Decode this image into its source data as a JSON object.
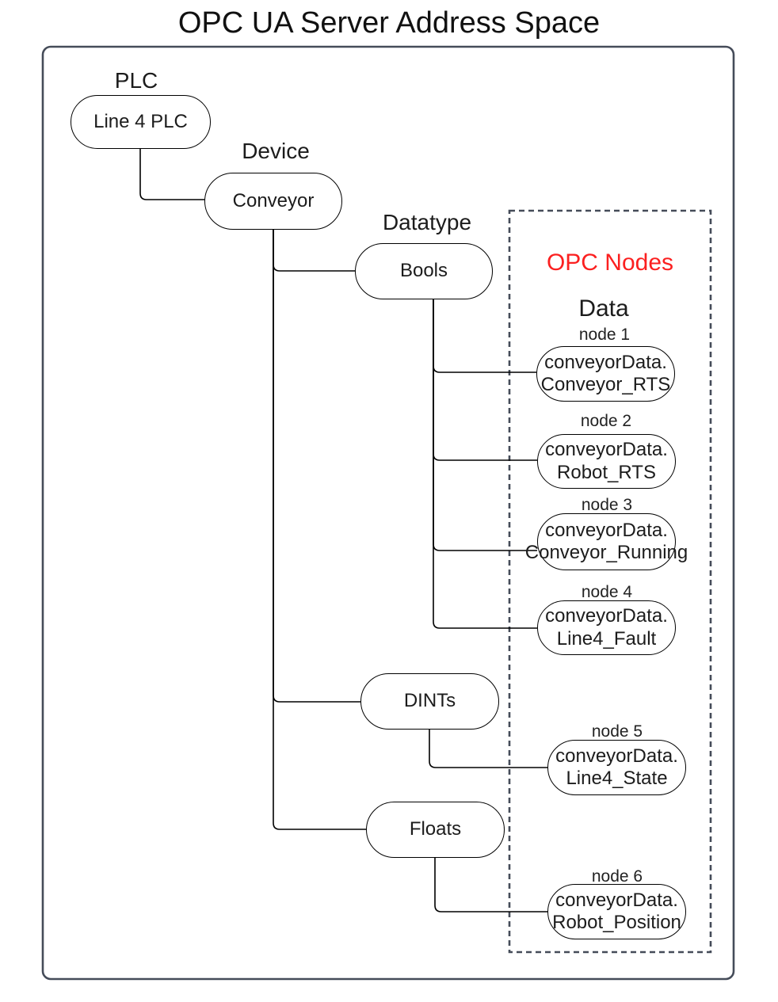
{
  "title": "OPC UA Server Address Space",
  "colors": {
    "frame_stroke": "#454c59",
    "shape_stroke": "#000000",
    "accent_red": "#fb2020",
    "text": "#1c1c1c",
    "background": "#ffffff"
  },
  "tree": {
    "plc": {
      "category_label": "PLC",
      "node_label": "Line 4 PLC"
    },
    "device": {
      "category_label": "Device",
      "node_label": "Conveyor"
    },
    "datatype": {
      "category_label": "Datatype",
      "bools_label": "Bools",
      "dints_label": "DINTs",
      "floats_label": "Floats"
    }
  },
  "opc_box": {
    "title": "OPC Nodes",
    "subtitle": "Data",
    "nodes": [
      {
        "label": "node 1",
        "line1": "conveyorData.",
        "line2": "Conveyor_RTS"
      },
      {
        "label": "node 2",
        "line1": "conveyorData.",
        "line2": "Robot_RTS"
      },
      {
        "label": "node 3",
        "line1": "conveyorData.",
        "line2": "Conveyor_Running"
      },
      {
        "label": "node 4",
        "line1": "conveyorData.",
        "line2": "Line4_Fault"
      },
      {
        "label": "node 5",
        "line1": "conveyorData.",
        "line2": "Line4_State"
      },
      {
        "label": "node 6",
        "line1": "conveyorData.",
        "line2": "Robot_Position"
      }
    ]
  }
}
